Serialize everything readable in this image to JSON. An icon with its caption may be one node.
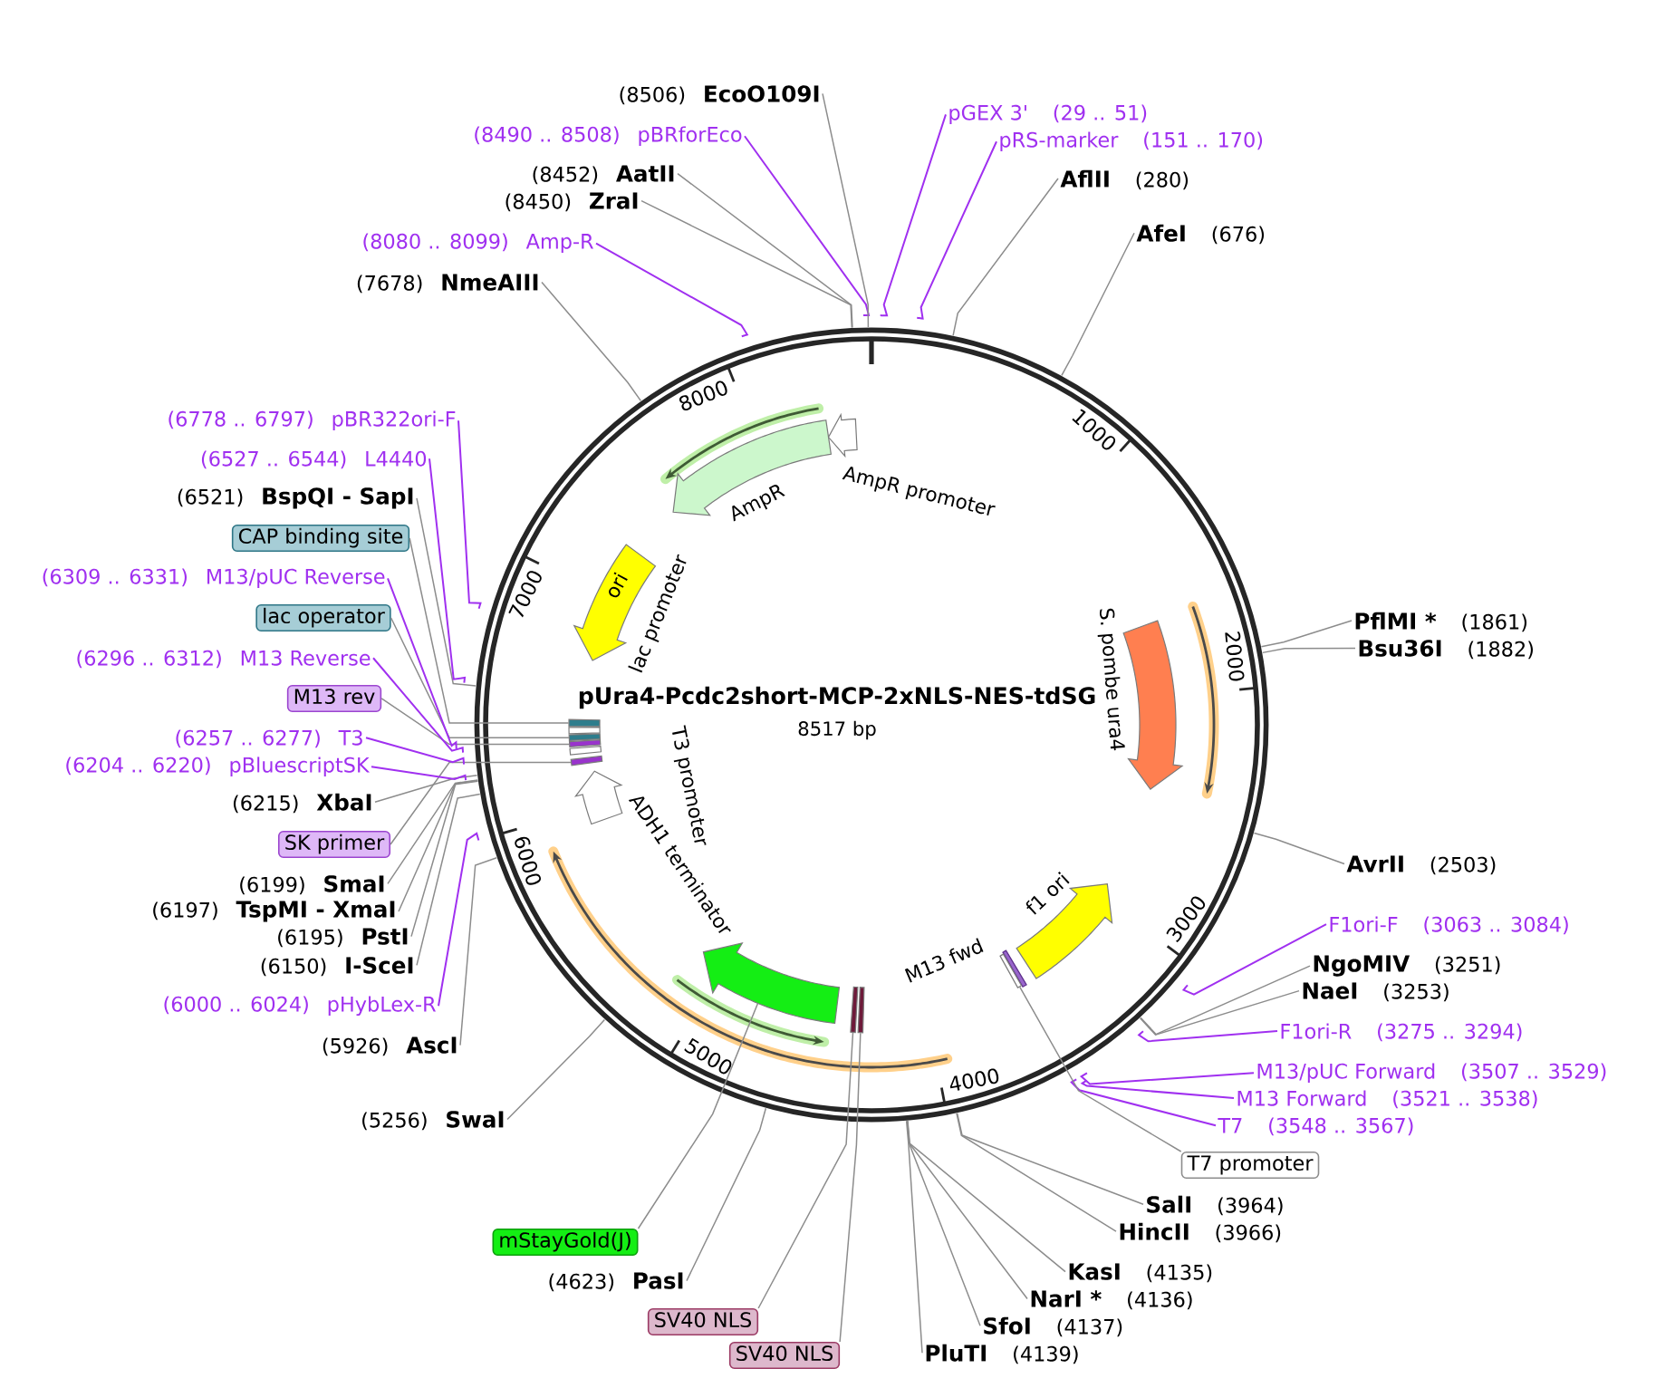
{
  "diagram": {
    "title": "pUra4-Pcdc2short-MCP-2xNLS-NES-tdSG",
    "nodes": [
      {
        "text": [
          "pGEX 3'",
          "(29 .. 51)"
        ]
      },
      {
        "text": [
          "pRS-marker",
          "(151 .. 170)"
        ]
      },
      {
        "text": [
          "AflII",
          "(280)"
        ]
      },
      {
        "text": [
          "AfeI",
          "(676)"
        ]
      },
      {
        "text": [
          "PflMI *",
          "(1861)"
        ]
      },
      {
        "text": [
          "Bsu36I",
          "(1882)"
        ]
      },
      {
        "text": [
          "AvrII",
          "(2503)"
        ]
      },
      {
        "text": [
          "F1ori-F",
          "(3063 .. 3084)"
        ]
      },
      {
        "text": [
          "NgoMIV",
          "(3251)"
        ]
      },
      {
        "text": [
          "NaeI",
          "(3253)"
        ]
      },
      {
        "text": [
          "F1ori-R",
          "(3275 .. 3294)"
        ]
      },
      {
        "text": [
          "M13/pUC Forward",
          "(3507 .. 3529)"
        ]
      },
      {
        "text": [
          "M13 Forward",
          "(3521 .. 3538)"
        ]
      },
      {
        "text": [
          "T7",
          "(3548 .. 3567)"
        ]
      },
      {
        "text": [
          "T7 promoter"
        ]
      },
      {
        "text": [
          "SalI",
          "(3964)"
        ]
      },
      {
        "text": [
          "HincII",
          "(3966)"
        ]
      },
      {
        "text": [
          "KasI",
          "(4135)"
        ]
      },
      {
        "text": [
          "NarI *",
          "(4136)"
        ]
      },
      {
        "text": [
          "SfoI",
          "(4137)"
        ]
      },
      {
        "text": [
          "PluTI",
          "(4139)"
        ]
      },
      {
        "text": [
          "SV40 NLS"
        ]
      },
      {
        "text": [
          "SV40 NLS"
        ]
      },
      {
        "text": [
          "(4623)",
          "PasI"
        ]
      },
      {
        "text": [
          "mStayGold(J)"
        ]
      },
      {
        "text": [
          "(5256)",
          "SwaI"
        ]
      },
      {
        "text": [
          "(5926)",
          "AscI"
        ]
      },
      {
        "text": [
          "(6000 .. 6024)",
          "pHybLex-R"
        ]
      },
      {
        "text": [
          "(6150)",
          "I-SceI"
        ]
      },
      {
        "text": [
          "(6195)",
          "PstI"
        ]
      },
      {
        "text": [
          "(6197)",
          "TspMI - XmaI"
        ]
      },
      {
        "text": [
          "(6199)",
          "SmaI"
        ]
      },
      {
        "text": [
          "SK primer"
        ]
      },
      {
        "text": [
          "(6215)",
          "XbaI"
        ]
      },
      {
        "text": [
          "(6204 .. 6220)",
          "pBluescriptSK"
        ]
      },
      {
        "text": [
          "(6257 .. 6277)",
          "T3"
        ]
      },
      {
        "text": [
          "M13 rev"
        ]
      },
      {
        "text": [
          "(6296 .. 6312)",
          "M13 Reverse"
        ]
      },
      {
        "text": [
          "lac operator"
        ]
      },
      {
        "text": [
          "(6309 .. 6331)",
          "M13/pUC Reverse"
        ]
      },
      {
        "text": [
          "CAP binding site"
        ]
      },
      {
        "text": [
          "(6521)",
          "BspQI - SapI"
        ]
      },
      {
        "text": [
          "(6527 .. 6544)",
          "L4440"
        ]
      },
      {
        "text": [
          "(6778 .. 6797)",
          "pBR322ori-F"
        ]
      },
      {
        "text": [
          "(7678)",
          "NmeAIII"
        ]
      },
      {
        "text": [
          "(8080 .. 8099)",
          "Amp-R"
        ]
      },
      {
        "text": [
          "(8450)",
          "ZraI"
        ]
      },
      {
        "text": [
          "(8452)",
          "AatII"
        ]
      },
      {
        "text": [
          "(8490 .. 8508)",
          "pBRforEco"
        ]
      },
      {
        "text": [
          "(8506)",
          "EcoO109I"
        ]
      },
      {
        "text": [
          "S. pombe ura4"
        ]
      },
      {
        "text": [
          "f1 ori"
        ]
      },
      {
        "text": [
          "M13 fwd"
        ]
      },
      {
        "text": [
          "ADH1 terminator"
        ]
      },
      {
        "text": [
          "T3 promoter"
        ]
      },
      {
        "text": [
          "lac promoter"
        ]
      },
      {
        "text": [
          "ori"
        ]
      },
      {
        "text": [
          "AmpR"
        ]
      },
      {
        "text": [
          "AmpR promoter"
        ]
      },
      {
        "text": [],
        "shape": "bar"
      },
      {
        "text": [],
        "shape": "bar"
      },
      {
        "text": [],
        "shape": "bar"
      },
      {
        "text": [],
        "shape": "arrow"
      },
      {
        "text": [],
        "shape": "bar"
      },
      {
        "text": [],
        "shape": "bar"
      },
      {
        "text": [],
        "shape": "bar"
      },
      {
        "text": [],
        "shape": "bar"
      }
    ],
    "edges": [
      {
        "from": 0,
        "to": null,
        "arrow": "none",
        "color": "#a030f0"
      },
      {
        "from": 1,
        "to": null,
        "arrow": "none",
        "color": "#a030f0"
      },
      {
        "from": 2,
        "to": null,
        "arrow": "none"
      },
      {
        "from": 3,
        "to": null,
        "arrow": "none"
      },
      {
        "from": 4,
        "to": null,
        "arrow": "none"
      },
      {
        "from": 5,
        "to": null,
        "arrow": "none"
      },
      {
        "from": 6,
        "to": null,
        "arrow": "none"
      },
      {
        "from": 7,
        "to": null,
        "arrow": "none",
        "color": "#a030f0"
      },
      {
        "from": 8,
        "to": null,
        "arrow": "none"
      },
      {
        "from": 9,
        "to": null,
        "arrow": "none"
      },
      {
        "from": 10,
        "to": null,
        "arrow": "none",
        "color": "#a030f0"
      },
      {
        "from": 11,
        "to": null,
        "arrow": "none",
        "color": "#a030f0"
      },
      {
        "from": 12,
        "to": null,
        "arrow": "none",
        "color": "#a030f0"
      },
      {
        "from": 13,
        "to": null,
        "arrow": "none",
        "color": "#a030f0"
      },
      {
        "from": 14,
        "to": 59,
        "arrow": "none"
      },
      {
        "from": 15,
        "to": null,
        "arrow": "none"
      },
      {
        "from": 16,
        "to": null,
        "arrow": "none"
      },
      {
        "from": 17,
        "to": null,
        "arrow": "none"
      },
      {
        "from": 18,
        "to": null,
        "arrow": "none"
      },
      {
        "from": 19,
        "to": null,
        "arrow": "none"
      },
      {
        "from": 20,
        "to": null,
        "arrow": "none"
      },
      {
        "from": 21,
        "to": 60,
        "arrow": "none"
      },
      {
        "from": 22,
        "to": 61,
        "arrow": "none"
      },
      {
        "from": 23,
        "to": null,
        "arrow": "none"
      },
      {
        "from": 24,
        "to": 62,
        "arrow": "none"
      },
      {
        "from": 25,
        "to": null,
        "arrow": "none"
      },
      {
        "from": 26,
        "to": null,
        "arrow": "none"
      },
      {
        "from": 27,
        "to": null,
        "arrow": "none",
        "color": "#a030f0"
      },
      {
        "from": 28,
        "to": null,
        "arrow": "none"
      },
      {
        "from": 29,
        "to": null,
        "arrow": "none"
      },
      {
        "from": 30,
        "to": null,
        "arrow": "none"
      },
      {
        "from": 31,
        "to": null,
        "arrow": "none"
      },
      {
        "from": 32,
        "to": 63,
        "arrow": "none"
      },
      {
        "from": 33,
        "to": null,
        "arrow": "none"
      },
      {
        "from": 34,
        "to": null,
        "arrow": "none",
        "color": "#a030f0"
      },
      {
        "from": 35,
        "to": null,
        "arrow": "none",
        "color": "#a030f0"
      },
      {
        "from": 36,
        "to": 64,
        "arrow": "none"
      },
      {
        "from": 37,
        "to": null,
        "arrow": "none",
        "color": "#a030f0"
      },
      {
        "from": 38,
        "to": 65,
        "arrow": "none"
      },
      {
        "from": 39,
        "to": null,
        "arrow": "none",
        "color": "#a030f0"
      },
      {
        "from": 40,
        "to": 66,
        "arrow": "none"
      },
      {
        "from": 41,
        "to": null,
        "arrow": "none"
      },
      {
        "from": 42,
        "to": null,
        "arrow": "none",
        "color": "#a030f0"
      },
      {
        "from": 43,
        "to": null,
        "arrow": "none",
        "color": "#a030f0"
      },
      {
        "from": 44,
        "to": null,
        "arrow": "none"
      },
      {
        "from": 45,
        "to": null,
        "arrow": "none",
        "color": "#a030f0"
      },
      {
        "from": 46,
        "to": null,
        "arrow": "none"
      },
      {
        "from": 47,
        "to": null,
        "arrow": "none"
      },
      {
        "from": 48,
        "to": null,
        "arrow": "none",
        "color": "#a030f0"
      },
      {
        "from": 49,
        "to": null,
        "arrow": "none"
      }
    ],
    "labels": [
      "8517 bp",
      "1000",
      "2000",
      "3000",
      "4000",
      "5000",
      "6000",
      "7000",
      "8000"
    ]
  }
}
